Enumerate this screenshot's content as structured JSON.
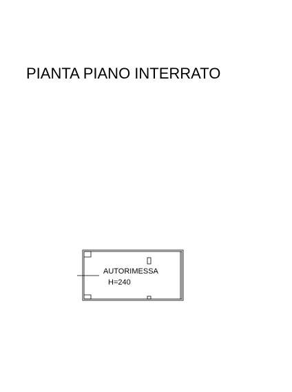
{
  "drawing": {
    "title": "PIANTA PIANO INTERRATO",
    "line_color": "#000000",
    "background": "#ffffff"
  },
  "rooms": [
    {
      "name": "AUTORIMESSA",
      "height_label": "H=240"
    }
  ]
}
